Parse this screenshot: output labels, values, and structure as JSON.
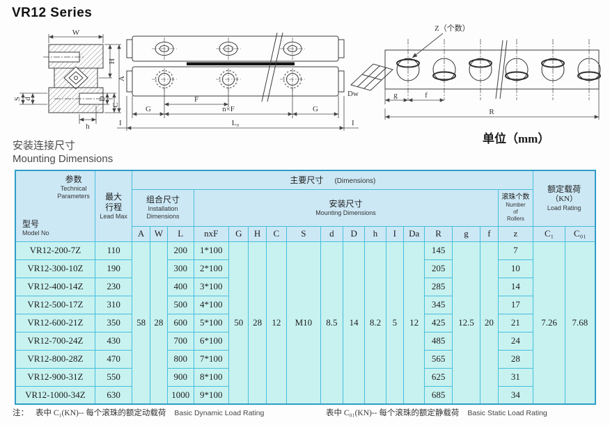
{
  "page": {
    "title": "VR12 Series",
    "unit_label": "单位（mm）",
    "section": {
      "zh": "安装连接尺寸",
      "en": "Mounting Dimensions"
    }
  },
  "drawings": {
    "left": {
      "labels": {
        "W": "W",
        "H": "H",
        "A": "A",
        "S": "S",
        "d": "d",
        "D": "D",
        "C": "C",
        "h": "h"
      }
    },
    "middle": {
      "labels": {
        "F": "F",
        "nxF": "n×F",
        "G_left": "G",
        "G_right": "G",
        "L0": "L₀",
        "I_left": "I",
        "I_right": "I"
      }
    },
    "right": {
      "z_count": "Z（个数）",
      "dw": "Dw",
      "labels": {
        "g": "g",
        "f": "f",
        "R": "R"
      }
    }
  },
  "table": {
    "corner": {
      "param_zh": "参数",
      "param_en1": "Technical",
      "param_en2": "Parameters",
      "model_zh": "型号",
      "model_en": "Model No"
    },
    "lead_max": {
      "zh1": "最大",
      "zh2": "行程",
      "en": "Lead Max"
    },
    "groups": {
      "main": {
        "zh": "主要尺寸",
        "en": "(Dimensions)"
      },
      "installation": {
        "zh": "组合尺寸",
        "en1": "Installation",
        "en2": "Dimensions"
      },
      "mounting": {
        "zh": "安装尺寸",
        "en": "Mounting Dimensions"
      },
      "rollers": {
        "zh": "滚珠个数",
        "en1": "Number",
        "en2": "of",
        "en3": "Rollers"
      },
      "load": {
        "zh": "额定载荷",
        "kn": "（KN）",
        "en": "Load Rating"
      }
    },
    "columns": [
      "A",
      "W",
      "L",
      "nxF",
      "G",
      "H",
      "C",
      "S",
      "d",
      "D",
      "h",
      "I",
      "Da",
      "R",
      "g",
      "f",
      "z",
      "C₁",
      "C₀₁"
    ],
    "shared": {
      "A": "58",
      "W": "28",
      "G": "50",
      "H": "28",
      "C": "12",
      "S": "M10",
      "d": "8.5",
      "D": "14",
      "h": "8.2",
      "I": "5",
      "Da": "12",
      "g": "12.5",
      "f": "20",
      "C1": "7.26",
      "C01": "7.68"
    },
    "rows": [
      {
        "model": "VR12-200-7Z",
        "lead_max": "110",
        "L": "200",
        "nxF": "1*100",
        "R": "145",
        "z": "7"
      },
      {
        "model": "VR12-300-10Z",
        "lead_max": "190",
        "L": "300",
        "nxF": "2*100",
        "R": "205",
        "z": "10"
      },
      {
        "model": "VR12-400-14Z",
        "lead_max": "230",
        "L": "400",
        "nxF": "3*100",
        "R": "285",
        "z": "14"
      },
      {
        "model": "VR12-500-17Z",
        "lead_max": "310",
        "L": "500",
        "nxF": "4*100",
        "R": "345",
        "z": "17"
      },
      {
        "model": "VR12-600-21Z",
        "lead_max": "350",
        "L": "600",
        "nxF": "5*100",
        "R": "425",
        "z": "21"
      },
      {
        "model": "VR12-700-24Z",
        "lead_max": "430",
        "L": "700",
        "nxF": "6*100",
        "R": "485",
        "z": "24"
      },
      {
        "model": "VR12-800-28Z",
        "lead_max": "470",
        "L": "800",
        "nxF": "7*100",
        "R": "565",
        "z": "28"
      },
      {
        "model": "VR12-900-31Z",
        "lead_max": "550",
        "L": "900",
        "nxF": "8*100",
        "R": "625",
        "z": "31"
      },
      {
        "model": "VR12-1000-34Z",
        "lead_max": "630",
        "L": "1000",
        "nxF": "9*100",
        "R": "685",
        "z": "34"
      }
    ]
  },
  "notes": {
    "prefix": "注：",
    "left_zh": "表中 C₁(KN)-- 每个滚珠的额定动载荷",
    "left_en": "Basic Dynamic Load Rating",
    "right_zh": "表中 C₀₁(KN)-- 每个滚珠的额定静载荷",
    "right_en": "Basic Static Load Rating"
  }
}
